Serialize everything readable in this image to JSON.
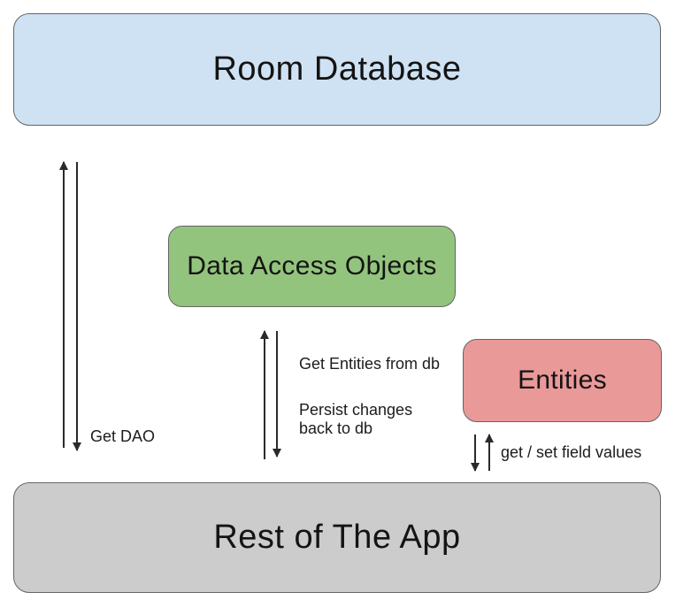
{
  "diagram": {
    "type": "architecture-flow",
    "subject": "Room Database architecture",
    "background": "#ffffff",
    "line_color": "#2a2a2a",
    "border_color": "#646464"
  },
  "nodes": {
    "room_database": {
      "label": "Room Database",
      "fill": "#cfe2f3"
    },
    "data_access_objects": {
      "label": "Data Access Objects",
      "fill": "#93c47d"
    },
    "entities": {
      "label": "Entities",
      "fill": "#ea9999"
    },
    "rest_of_the_app": {
      "label": "Rest of The App",
      "fill": "#cccccc"
    }
  },
  "edges": {
    "get_dao": {
      "label": "Get DAO",
      "from": "rest_of_the_app",
      "to": "room_database",
      "direction": "bidirectional"
    },
    "dao_app": {
      "label_up": "Get Entities from db",
      "label_down": "Persist changes back to db",
      "from": "rest_of_the_app",
      "to": "data_access_objects",
      "direction": "bidirectional"
    },
    "entities_app": {
      "label": "get / set field values",
      "from": "rest_of_the_app",
      "to": "entities",
      "direction": "bidirectional"
    }
  }
}
